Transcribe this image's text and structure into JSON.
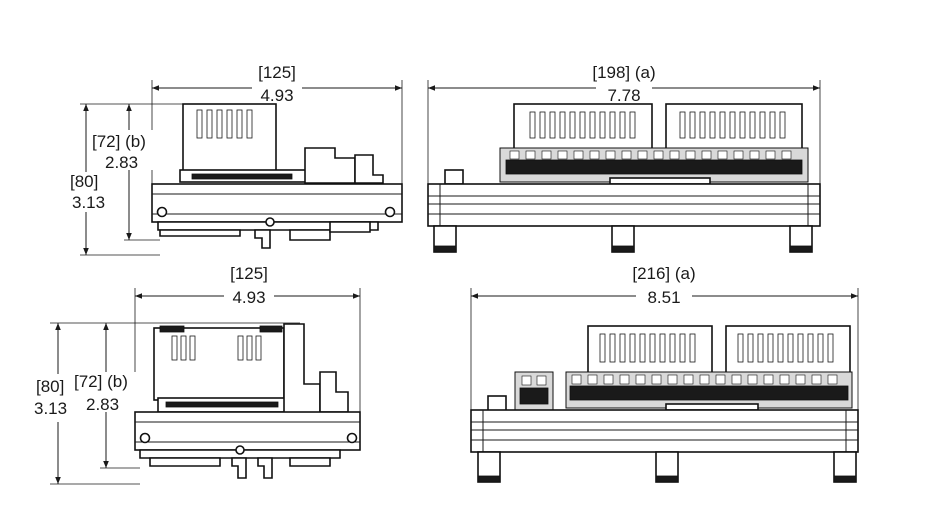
{
  "views": {
    "side_top": {
      "width_mm": "[125]",
      "width_in": "4.93",
      "height1_mm": "[72] (b)",
      "height1_in": "2.83",
      "height2_mm": "[80]",
      "height2_in": "3.13"
    },
    "front_top": {
      "width_mm": "[198] (a)",
      "width_in": "7.78"
    },
    "side_bottom": {
      "width_mm": "[125]",
      "width_in": "4.93",
      "height2_mm": "[80]",
      "height2_in": "3.13",
      "height1_mm": "[72] (b)",
      "height1_in": "2.83"
    },
    "front_bottom": {
      "width_mm": "[216] (a)",
      "width_in": "8.51"
    }
  }
}
